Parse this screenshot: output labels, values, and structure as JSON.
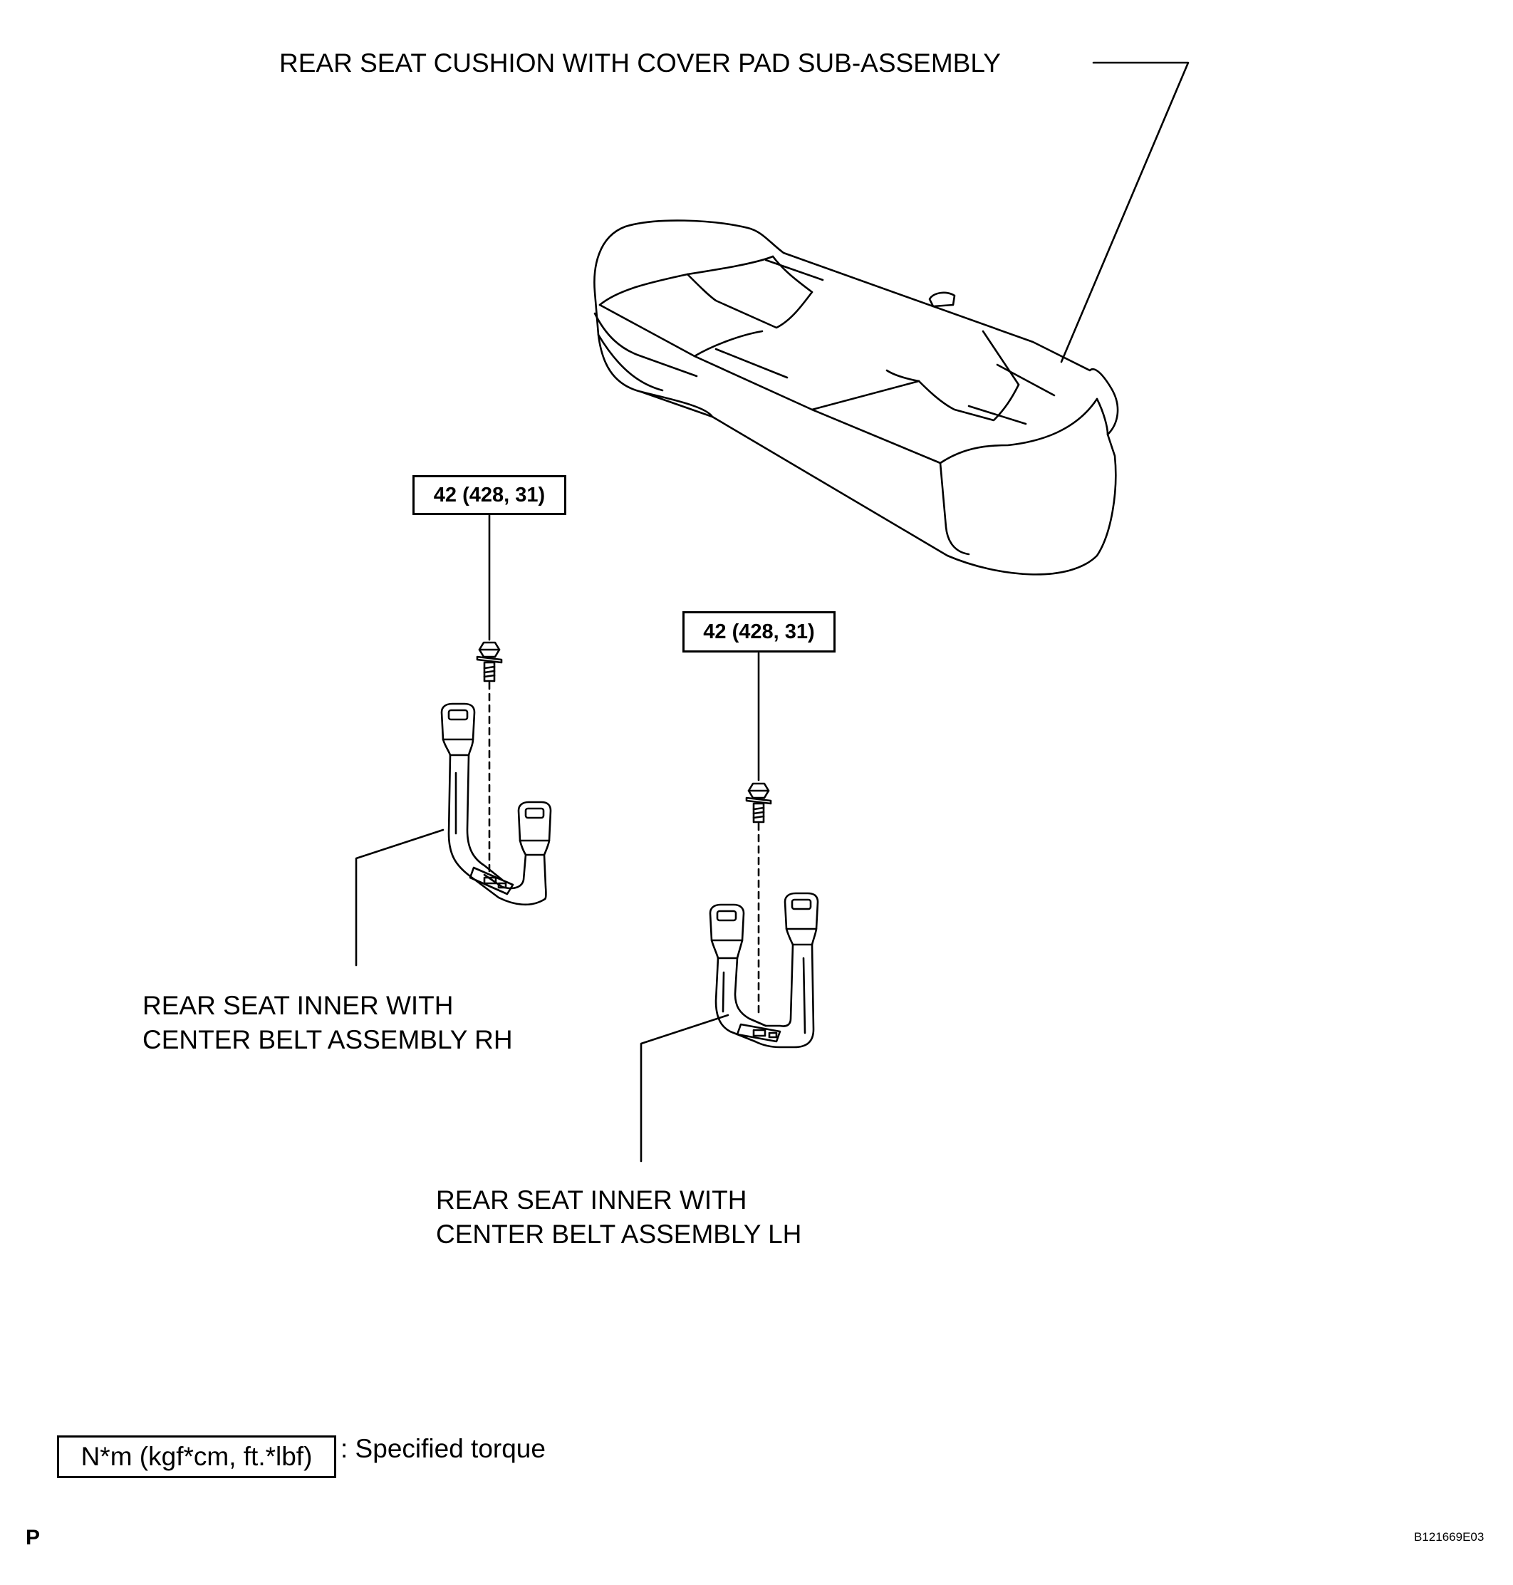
{
  "labels": {
    "seat_cushion": "REAR SEAT CUSHION WITH COVER PAD SUB-ASSEMBLY",
    "belt_rh_line1": "REAR SEAT INNER WITH",
    "belt_rh_line2": "CENTER BELT ASSEMBLY RH",
    "belt_lh_line1": "REAR SEAT INNER WITH",
    "belt_lh_line2": "CENTER BELT ASSEMBLY LH"
  },
  "torque": {
    "bolt_rh": "42 (428, 31)",
    "bolt_lh": "42 (428, 31)"
  },
  "legend": {
    "unit_box": "N*m (kgf*cm, ft.*lbf)",
    "description": ": Specified torque"
  },
  "footer": {
    "left_mark": "P",
    "figure_id": "B121669E03"
  }
}
